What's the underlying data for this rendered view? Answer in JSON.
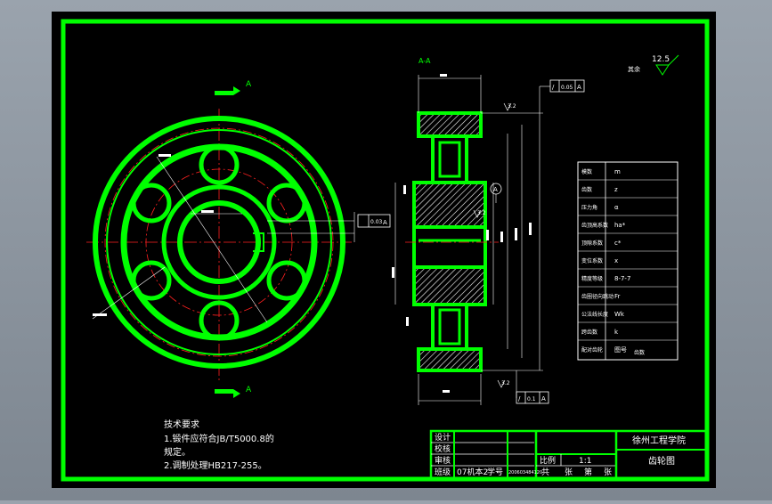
{
  "colors": {
    "background": "#000000",
    "line": "#00ff00",
    "white": "#ffffff",
    "red": "#ff2020",
    "frame_bg": "#8c959f"
  },
  "drawing": {
    "section_label": "A-A",
    "section_letter": "A",
    "roughness": {
      "value": "12.5",
      "prefix": "其余"
    },
    "tolerance_top": {
      "value": "0.05",
      "datum": "A"
    },
    "tolerance_bottom": {
      "value": "0.1",
      "datum": "A"
    },
    "tolerance_front": {
      "value": "0.03",
      "datum": "A"
    },
    "surface_marks": [
      "3.2",
      "3.2",
      "3.2"
    ]
  },
  "tech_requirements": {
    "title": "技术要求",
    "line1": "1.锻件应符合JB/T5000.8的",
    "line2": "规定。",
    "line3": "2.调制处理HB217-255。"
  },
  "title_block": {
    "rows": [
      "设计",
      "校核",
      "审核",
      "班级"
    ],
    "class_name": "07机本2",
    "student_label": "学号",
    "student_id": "200603484120",
    "scale_label": "比例",
    "scale_value": "1:1",
    "sheet": [
      "共",
      "张",
      "第",
      "张"
    ],
    "school": "徐州工程学院",
    "drawing_name": "齿轮图"
  },
  "param_table": {
    "rows": [
      [
        "模数",
        "m"
      ],
      [
        "齿数",
        "z"
      ],
      [
        "压力角",
        "α"
      ],
      [
        "齿顶高系数",
        "ha*"
      ],
      [
        "顶隙系数",
        "c*"
      ],
      [
        "变位系数",
        "x"
      ],
      [
        "精度等级",
        "8-7-7"
      ],
      [
        "齿圈径向跳动",
        "Fr"
      ],
      [
        "公法线长度",
        "Wk"
      ],
      [
        "跨齿数",
        "k"
      ],
      [
        "配对齿轮",
        "图号"
      ]
    ],
    "extra": "齿数"
  }
}
